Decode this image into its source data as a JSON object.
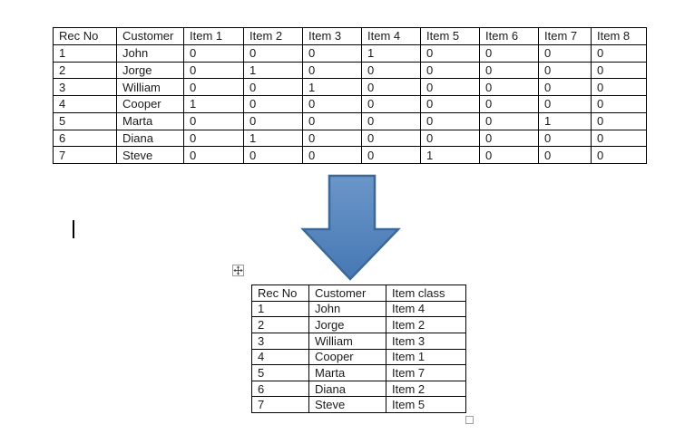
{
  "document": {
    "background_color": "#ffffff",
    "text_color": "#1a1a1a"
  },
  "source_table": {
    "columns": [
      "Rec No",
      "Customer",
      "Item 1",
      "Item 2",
      "Item 3",
      "Item 4",
      "Item 5",
      "Item 6",
      "Item 7",
      "Item 8"
    ],
    "rows": [
      [
        "1",
        "John",
        "0",
        "0",
        "0",
        "1",
        "0",
        "0",
        "0",
        "0"
      ],
      [
        "2",
        "Jorge",
        "0",
        "1",
        "0",
        "0",
        "0",
        "0",
        "0",
        "0"
      ],
      [
        "3",
        "William",
        "0",
        "0",
        "1",
        "0",
        "0",
        "0",
        "0",
        "0"
      ],
      [
        "4",
        "Cooper",
        "1",
        "0",
        "0",
        "0",
        "0",
        "0",
        "0",
        "0"
      ],
      [
        "5",
        "Marta",
        "0",
        "0",
        "0",
        "0",
        "0",
        "0",
        "1",
        "0"
      ],
      [
        "6",
        "Diana",
        "0",
        "1",
        "0",
        "0",
        "0",
        "0",
        "0",
        "0"
      ],
      [
        "7",
        "Steve",
        "0",
        "0",
        "0",
        "0",
        "1",
        "0",
        "0",
        "0"
      ]
    ]
  },
  "result_table": {
    "columns": [
      "Rec No",
      "Customer",
      "Item class"
    ],
    "rows": [
      [
        "1",
        "John",
        "Item 4"
      ],
      [
        "2",
        "Jorge",
        "Item 2"
      ],
      [
        "3",
        "William",
        "Item 3"
      ],
      [
        "4",
        "Cooper",
        "Item 1"
      ],
      [
        "5",
        "Marta",
        "Item 7"
      ],
      [
        "6",
        "Diana",
        "Item 2"
      ],
      [
        "7",
        "Steve",
        "Item 5"
      ]
    ]
  },
  "arrow": {
    "direction": "down",
    "fill_top": "#6b96c9",
    "fill_bottom": "#4678b4",
    "border_color": "#3c6899"
  },
  "icons": {
    "move_handle": "four-way-arrow",
    "resize_handle": "small-square"
  }
}
